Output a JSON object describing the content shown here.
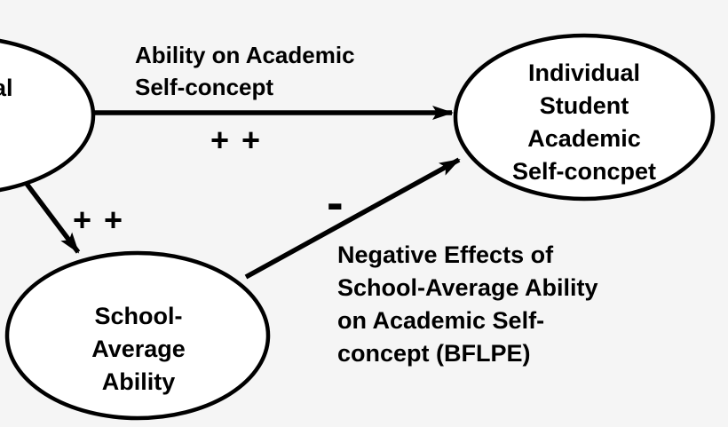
{
  "diagram": {
    "bg_color": "#f5f5f5",
    "ink_color": "#000000",
    "node_fill": "#ffffff",
    "nodes": {
      "left_partial": {
        "visible_text": "al"
      },
      "individual": {
        "lines": [
          "Individual",
          "Student",
          "Academic",
          "Self-concpet"
        ]
      },
      "school": {
        "lines": [
          "School-",
          "Average",
          "Ability"
        ]
      }
    },
    "edges": {
      "ability_path": {
        "label_lines": [
          "Ability on Academic",
          "Self-concept"
        ],
        "sign": "+ +"
      },
      "school_path": {
        "sign": "+ +"
      },
      "bflpe_path": {
        "sign": "-",
        "label_lines": [
          "Negative Effects of",
          "School-Average Ability",
          "on Academic Self-",
          "concept (BFLPE)"
        ]
      }
    }
  }
}
